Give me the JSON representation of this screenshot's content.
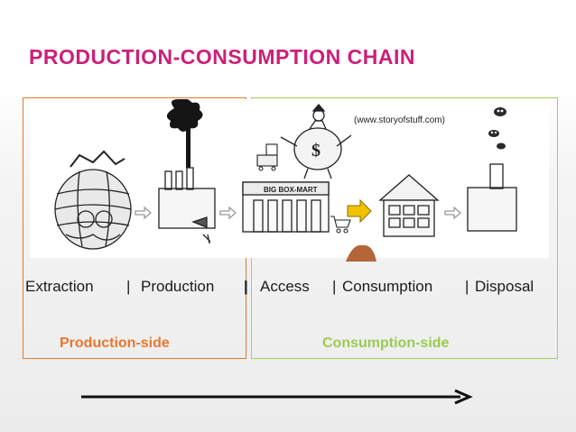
{
  "slide": {
    "title": "PRODUCTION-CONSUMPTION CHAIN",
    "source_note": "(www.storyofstuff.com)",
    "illustration": {
      "factory_sign": "BIG BOX-MART",
      "money_bag_symbol": "$"
    },
    "stages": {
      "extraction": "Extraction",
      "production": "Production",
      "access": "Access",
      "consumption": "Consumption",
      "disposal": "Disposal",
      "separator": "|"
    },
    "sides": {
      "production_label": "Production-side",
      "consumption_label": "Consumption-side"
    },
    "colors": {
      "title": "#cc1f7a",
      "production": "#e8782e",
      "consumption": "#9bcb4f",
      "highlight_arrow": "#f2c200"
    }
  }
}
